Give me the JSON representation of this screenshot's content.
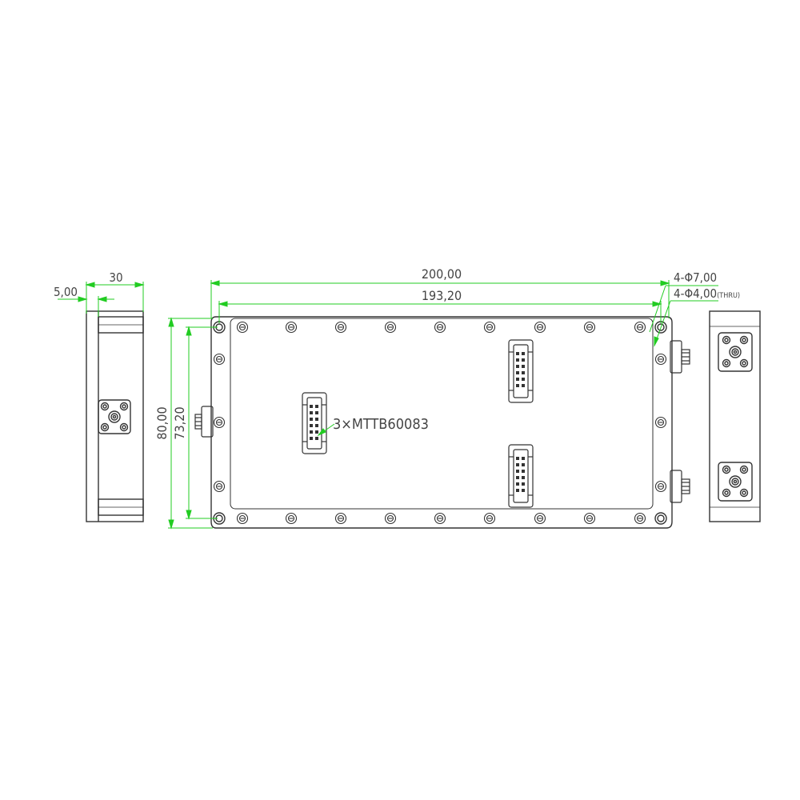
{
  "colors": {
    "outline": "#333333",
    "dimension": "#22cc22",
    "text": "#444444",
    "background": "#ffffff"
  },
  "dimensions": {
    "length_outer": "200,00",
    "length_inner": "193,20",
    "width_outer": "80,00",
    "width_inner": "73,20",
    "thickness": "30",
    "flange": "5,00"
  },
  "holes": {
    "counterbore": "4-Φ7,00",
    "through": "4-Φ4,00",
    "through_note": "(THRU)"
  },
  "connector_note": "3×MTTB60083"
}
